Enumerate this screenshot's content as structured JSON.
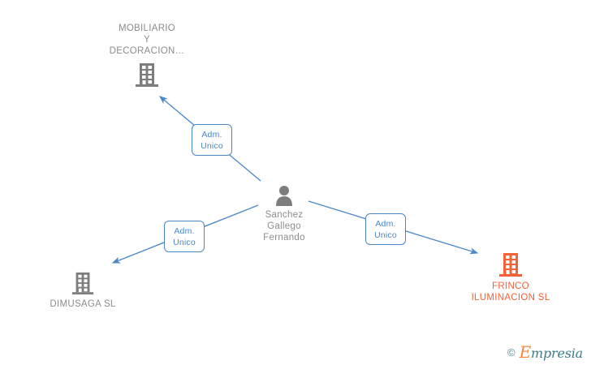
{
  "diagram": {
    "title": "Corporate relationship graph",
    "colors": {
      "edge": "#4a86c8",
      "chip_border": "#4a86c8",
      "chip_text": "#4a86c8",
      "company_gray": "#8c8c8c",
      "company_orange": "#f4623a",
      "person_gray": "#8c8c8c"
    },
    "nodes": {
      "person": {
        "label": "Sanchez\nGallego\nFernando",
        "icon": "person-icon"
      },
      "mobiliario": {
        "label": "MOBILIARIO\nY\nDECORACION…",
        "icon": "company-building-icon"
      },
      "dimusaga": {
        "label": "DIMUSAGA  SL",
        "icon": "company-building-icon"
      },
      "frinco": {
        "label": "FRINCO\nILUMINACION SL",
        "icon": "company-building-icon"
      }
    },
    "relations": {
      "to_mobiliario": "Adm.\nUnico",
      "to_dimusaga": "Adm.\nUnico",
      "to_frinco": "Adm.\nUnico"
    }
  },
  "watermark": {
    "copyright": "©",
    "brand_initial": "E",
    "brand_rest": "mpresia"
  }
}
